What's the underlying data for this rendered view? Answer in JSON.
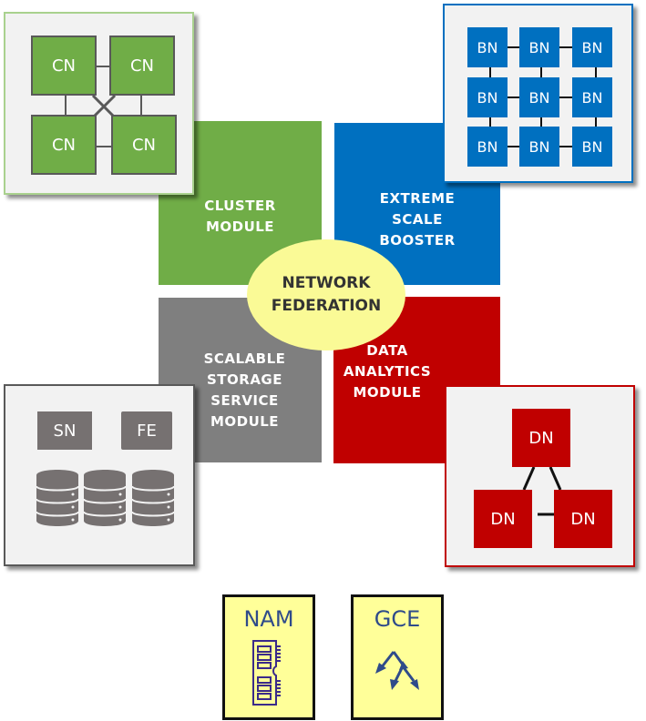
{
  "diagram": {
    "title": "Modular Supercomputing Architecture",
    "modules": {
      "cluster": {
        "label_lines": [
          "CLUSTER",
          "MODULE"
        ],
        "color": "#70ad47"
      },
      "booster": {
        "label_lines": [
          "EXTREME",
          "SCALE",
          "BOOSTER"
        ],
        "color": "#0070c0"
      },
      "storage": {
        "label_lines": [
          "SCALABLE",
          "STORAGE",
          "SERVICE",
          "MODULE"
        ],
        "color": "#7f7f7f"
      },
      "analytics": {
        "label_lines": [
          "DATA",
          "ANALYTICS",
          "MODULE"
        ],
        "color": "#c00000"
      }
    },
    "center": {
      "label_lines": [
        "NETWORK",
        "FEDERATION"
      ],
      "color": "#fafa96"
    },
    "cluster_nodes": [
      "CN",
      "CN",
      "CN",
      "CN"
    ],
    "booster_nodes": [
      "BN",
      "BN",
      "BN",
      "BN",
      "BN",
      "BN",
      "BN",
      "BN",
      "BN"
    ],
    "storage_nodes": [
      "SN",
      "FE"
    ],
    "storage_icons": [
      "database-icon",
      "database-icon",
      "database-icon"
    ],
    "analytics_nodes": [
      "DN",
      "DN",
      "DN"
    ],
    "tools": [
      {
        "label": "NAM",
        "icon": "memory-module-icon"
      },
      {
        "label": "GCE",
        "icon": "branching-arrows-icon"
      }
    ]
  }
}
